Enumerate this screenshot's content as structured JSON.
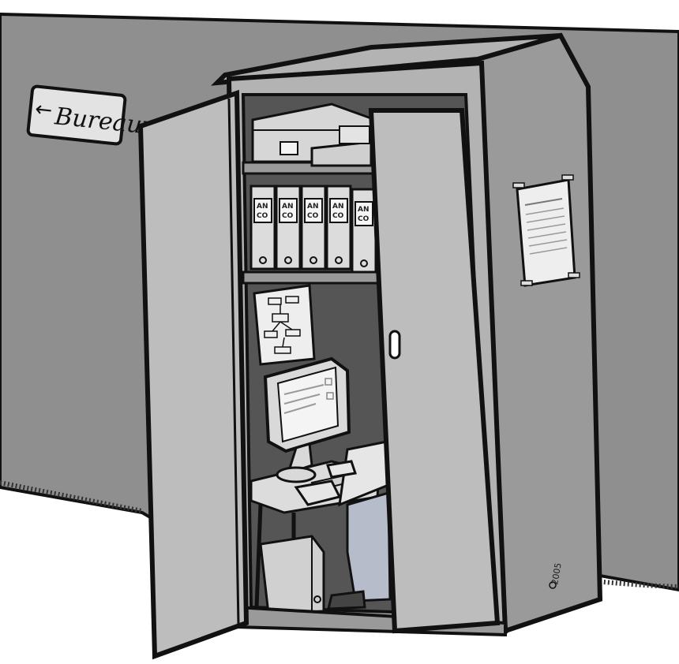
{
  "sign": {
    "arrow": "←",
    "text": "Bureaux"
  },
  "binders": {
    "label_line1": "AN",
    "label_line2": "CO",
    "count": 5
  },
  "artist": {
    "year": "2005"
  },
  "colors": {
    "wall": "#8f8f8f",
    "wall_dark": "#7a7a7a",
    "floor": "#ffffff",
    "cabinet": "#b3b3b3",
    "cabinet_dark": "#9a9a9a",
    "door": "#bdbdbd",
    "interior": "#555555",
    "outline": "#111111",
    "paper": "#eeeeee",
    "box": "#d6d6d6",
    "binder": "#dcdcdc",
    "monitor": "#d9d9d9",
    "screen": "#f4f4f4",
    "skin": "#e6e6e6",
    "jeans": "#b7bccb"
  }
}
